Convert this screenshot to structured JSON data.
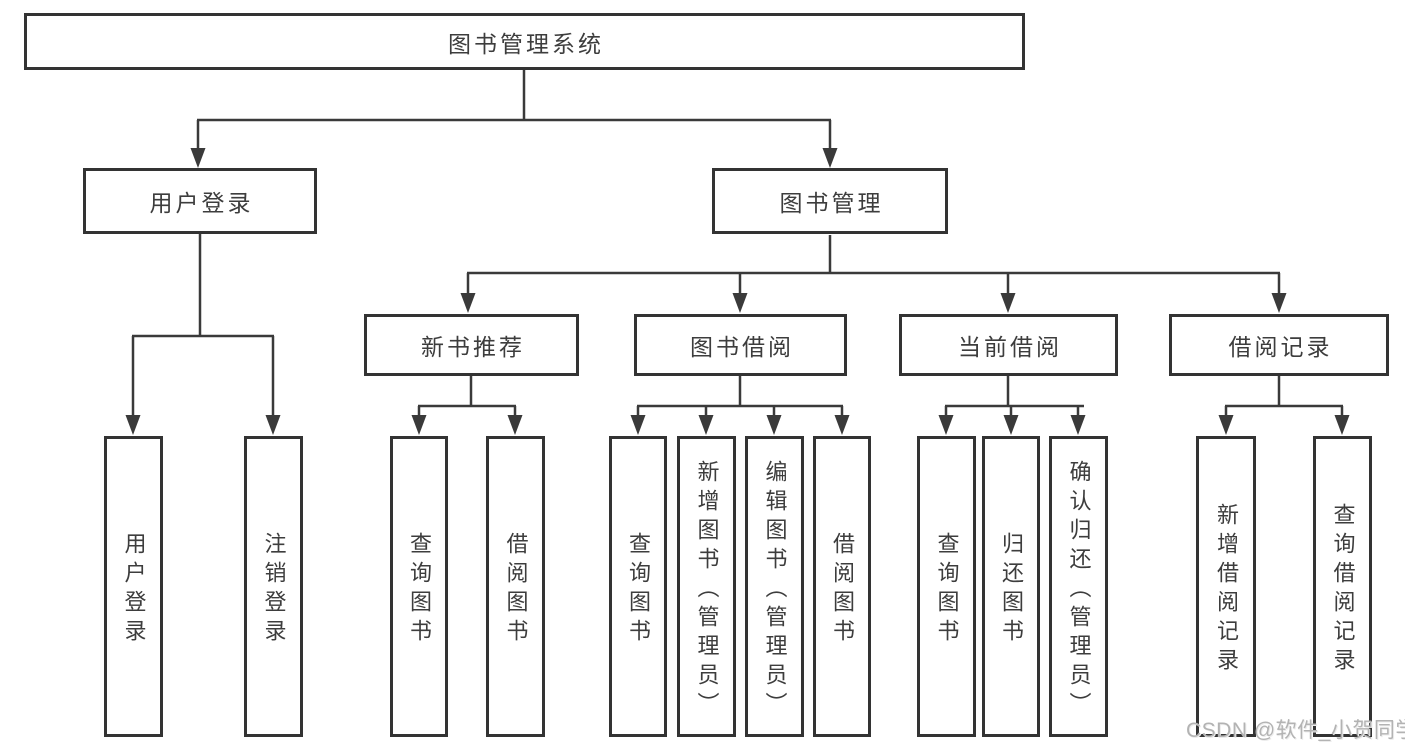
{
  "colors": {
    "line": "#3a3a3a",
    "box_border": "#333333",
    "text": "#3d3d3d",
    "watermark": "#b3b3b3"
  },
  "tree": {
    "root": {
      "label": "图书管理系统"
    },
    "branches": [
      {
        "label": "用户登录",
        "children": [
          {
            "label": "用户登录"
          },
          {
            "label": "注销登录"
          }
        ]
      },
      {
        "label": "图书管理",
        "groups": [
          {
            "label": "新书推荐",
            "children": [
              {
                "label": "查询图书"
              },
              {
                "label": "借阅图书"
              }
            ]
          },
          {
            "label": "图书借阅",
            "children": [
              {
                "label": "查询图书"
              },
              {
                "label": "新增图书（管理员）"
              },
              {
                "label": "编辑图书（管理员）"
              },
              {
                "label": "借阅图书"
              }
            ]
          },
          {
            "label": "当前借阅",
            "children": [
              {
                "label": "查询图书"
              },
              {
                "label": "归还图书"
              },
              {
                "label": "确认归还（管理员）"
              }
            ]
          },
          {
            "label": "借阅记录",
            "children": [
              {
                "label": "新增借阅记录"
              },
              {
                "label": "查询借阅记录"
              }
            ]
          }
        ]
      }
    ]
  },
  "watermark": "CSDN @软件_小贺同学"
}
